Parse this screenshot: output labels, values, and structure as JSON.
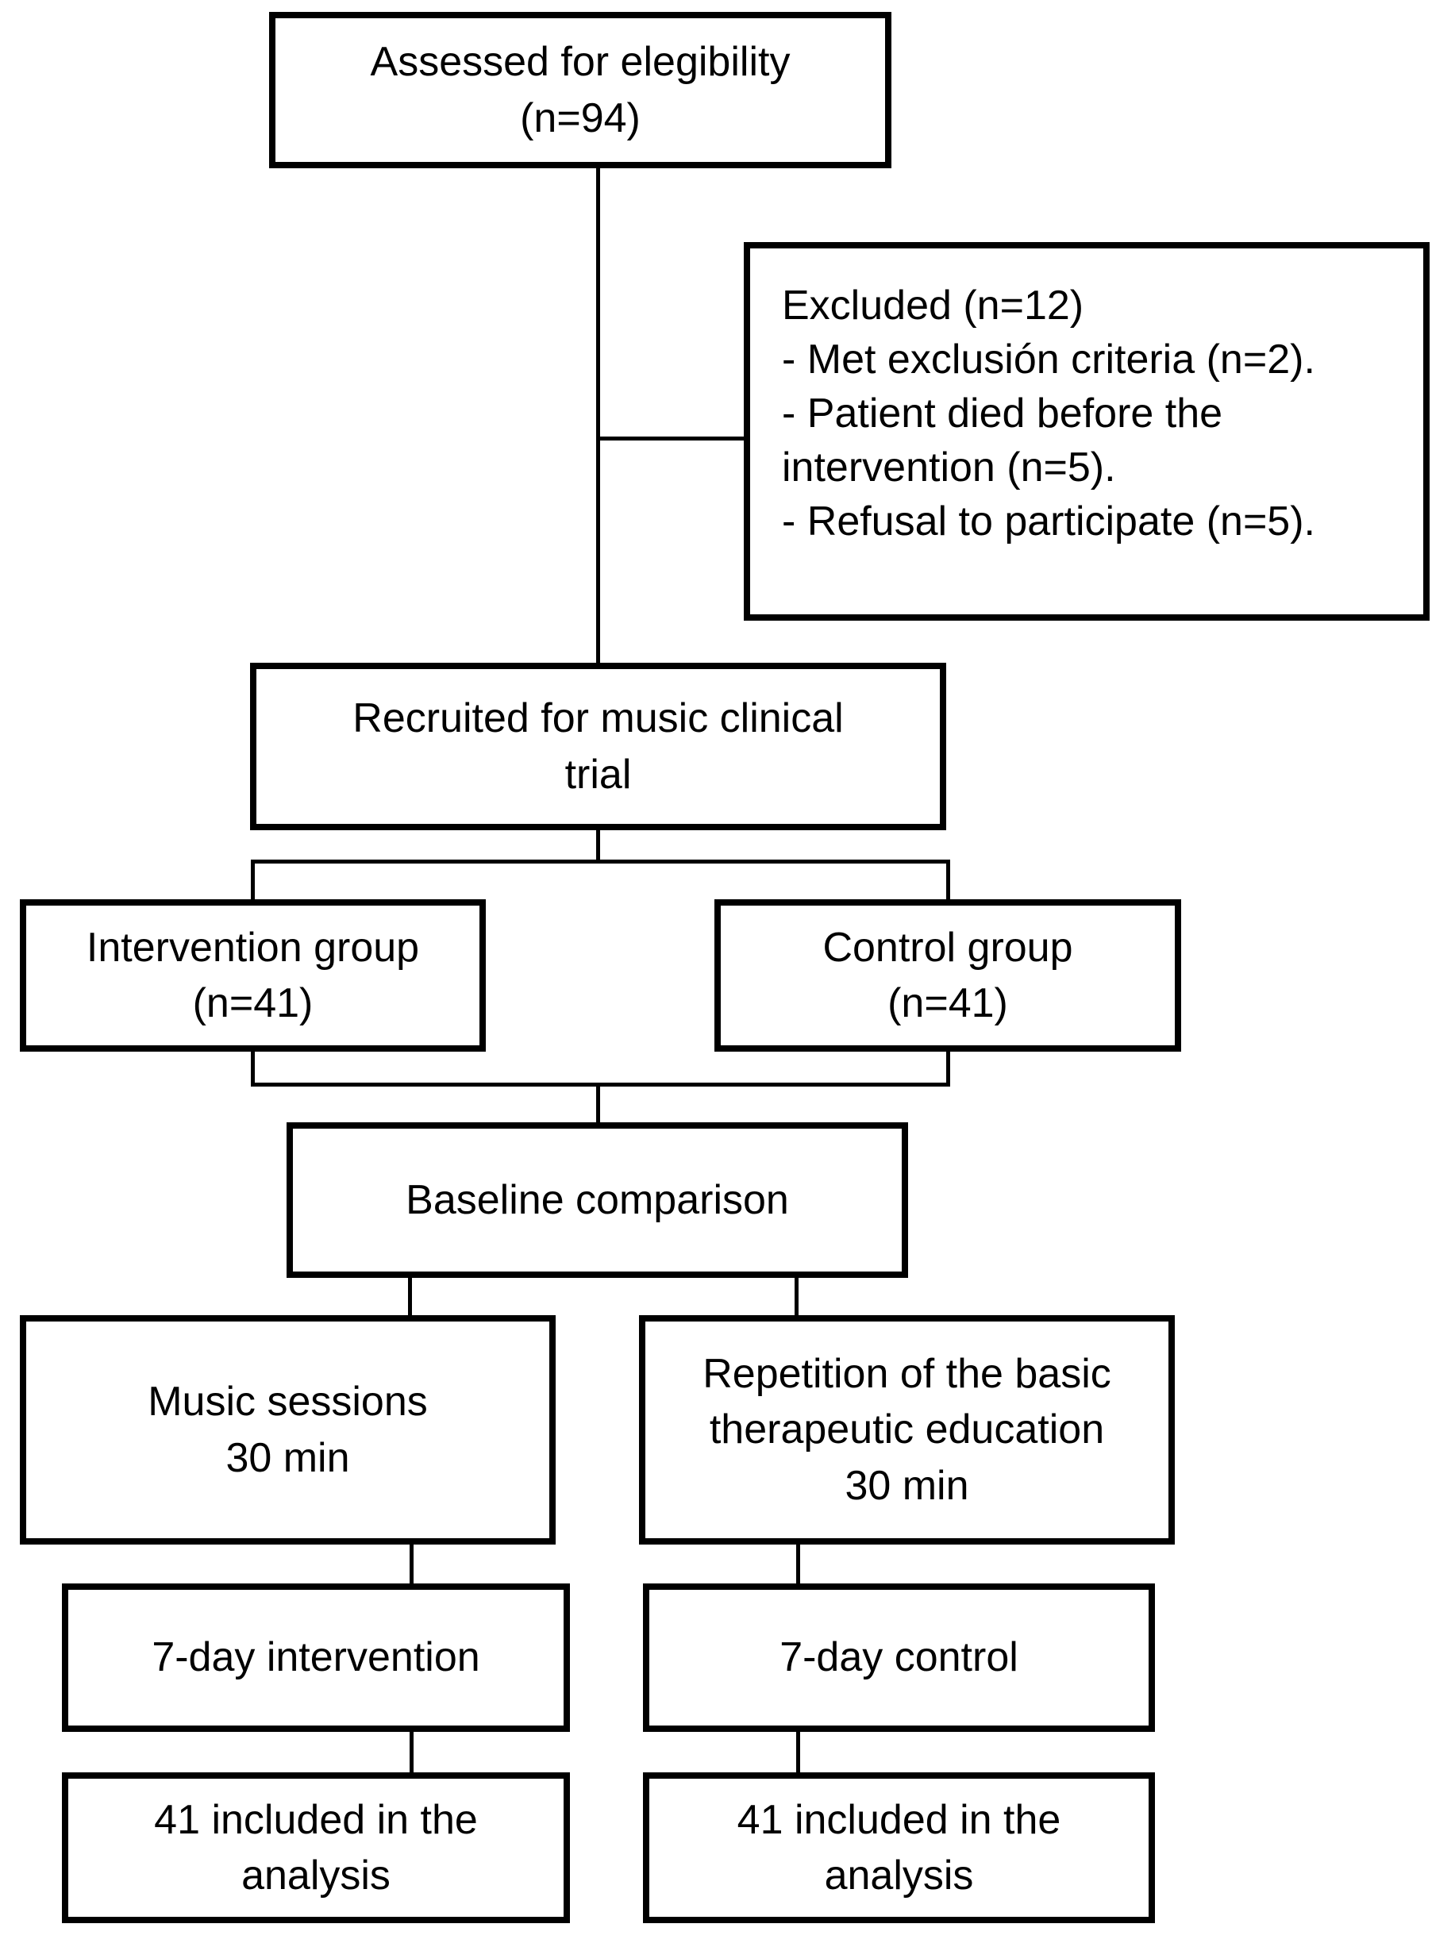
{
  "colors": {
    "ink": "#000000",
    "paper": "#ffffff"
  },
  "boxes": {
    "assessed": "Assessed for elegibility\n(n=94)",
    "excluded": "Excluded (n=12)\n- Met exclusión criteria (n=2).\n- Patient died before the\nintervention (n=5).\n- Refusal to participate (n=5).",
    "recruited": "Recruited for music clinical\ntrial",
    "intervention_group": "Intervention group\n(n=41)",
    "control_group": "Control group\n(n=41)",
    "baseline": "Baseline comparison",
    "music_sessions": "Music sessions\n30 min",
    "repetition": "Repetition of the basic\ntherapeutic education\n30 min",
    "seven_day_intervention": "7-day intervention",
    "seven_day_control": "7-day control",
    "included_analysis_left": "41 included in the\nanalysis",
    "included_analysis_right": "41 included in the\nanalysis"
  }
}
